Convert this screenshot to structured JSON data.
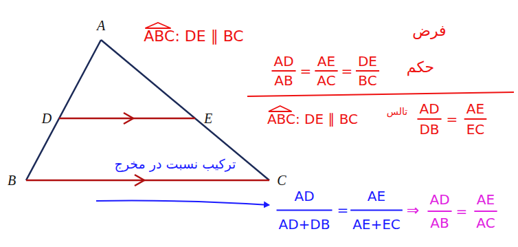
{
  "diagram": {
    "labels": [
      "A",
      "D",
      "E",
      "B",
      "C",
      "ABC: DE ∥ BC",
      "فرض",
      "AD",
      "AB",
      "=",
      "AE",
      "AC",
      "=",
      "DE",
      "BC",
      "حکم",
      "ABC: DE ∥ BC",
      "تالس",
      "AD",
      "DB",
      "=",
      "AE",
      "EC",
      "ترکیب نسبت در مخرج",
      "AD",
      "AD+DB",
      "=",
      "AE",
      "AE+EC",
      "⇒",
      "AD",
      "AB",
      "=",
      "AE",
      "AC"
    ]
  }
}
